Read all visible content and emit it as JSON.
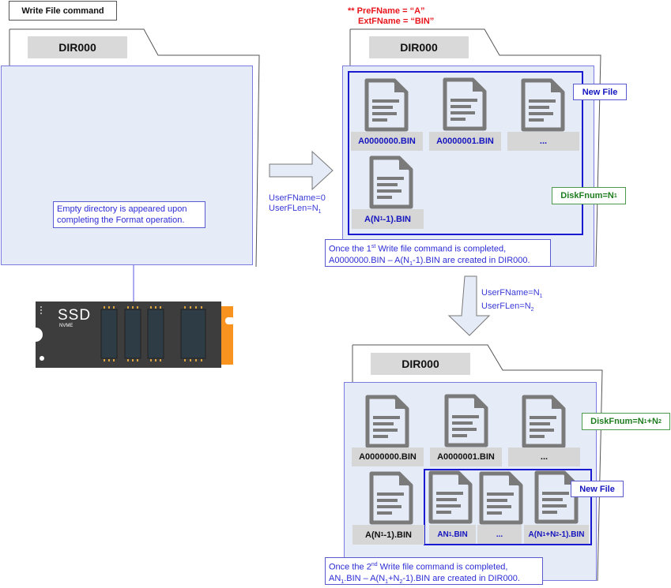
{
  "title": "Write File command",
  "settings_note": {
    "line1": "** PreFName = “A”",
    "line2": "ExtFName = “BIN”"
  },
  "colors": {
    "panel_fill": "#e6ecf7",
    "panel_border": "#7a7ae0",
    "new_file_border": "#1a1ad0",
    "accent_blue": "#1515c0",
    "note_red": "#e8141b",
    "disk_green": "#1e7d1e",
    "file_icon": "#7a7a7a",
    "ssd_body": "#3d3d3d",
    "ssd_connector": "#f7931e"
  },
  "folder_initial": {
    "dir_label": "DIR000",
    "note_line1": "Empty directory is appeared upon",
    "note_line2": "completing the Format operation."
  },
  "ssd": {
    "label": "SSD",
    "sublabel": "NVME"
  },
  "step1_arrow": {
    "param1": "UserFName=0",
    "param2_prefix": "UserFLen=N",
    "param2_sub": "1"
  },
  "folder_step1": {
    "dir_label": "DIR000",
    "new_file_label": "New File",
    "disk_prefix": "DiskFnum=N",
    "disk_sub": "1",
    "files": [
      {
        "name": "A0000000.BIN"
      },
      {
        "name": "A0000001.BIN"
      },
      {
        "name": "..."
      },
      {
        "name_prefix": "A(N",
        "name_sub": "1",
        "name_suffix": "-1).BIN"
      }
    ],
    "note_line1_prefix": "Once the 1",
    "note_line1_sup": "st",
    "note_line1_suffix": " Write file command is completed,",
    "note_line2_prefix": "A0000000.BIN – A(N",
    "note_line2_sub": "1",
    "note_line2_suffix": "-1).BIN are created in DIR000."
  },
  "step2_arrow": {
    "param1_prefix": "UserFName=N",
    "param1_sub": "1",
    "param2_prefix": "UserFLen=N",
    "param2_sub": "2"
  },
  "folder_step2": {
    "dir_label": "DIR000",
    "new_file_label": "New File",
    "disk_prefix": "DiskFnum=N",
    "disk_sub1": "1",
    "disk_mid": "+N",
    "disk_sub2": "2",
    "files": [
      {
        "name": "A0000000.BIN"
      },
      {
        "name": "A0000001.BIN"
      },
      {
        "name": "..."
      },
      {
        "name_prefix": "A(N",
        "name_sub": "1",
        "name_suffix": "-1).BIN"
      },
      {
        "name_prefix": "AN",
        "name_sub": "1",
        "name_suffix": ".BIN"
      },
      {
        "name": "..."
      },
      {
        "name_prefix": "A(N",
        "name_sub": "1",
        "name_mid": "+N",
        "name_sub2": "2",
        "name_suffix": "-1).BIN"
      }
    ],
    "note_line1_prefix": "Once the 2",
    "note_line1_sup": "nd",
    "note_line1_suffix": " Write file command is completed,",
    "note_line2_a": "AN",
    "note_line2_sub1": "1",
    "note_line2_b": ".BIN – A(N",
    "note_line2_sub2": "1",
    "note_line2_c": "+N",
    "note_line2_sub3": "2",
    "note_line2_d": "-1).BIN are created in DIR000."
  }
}
